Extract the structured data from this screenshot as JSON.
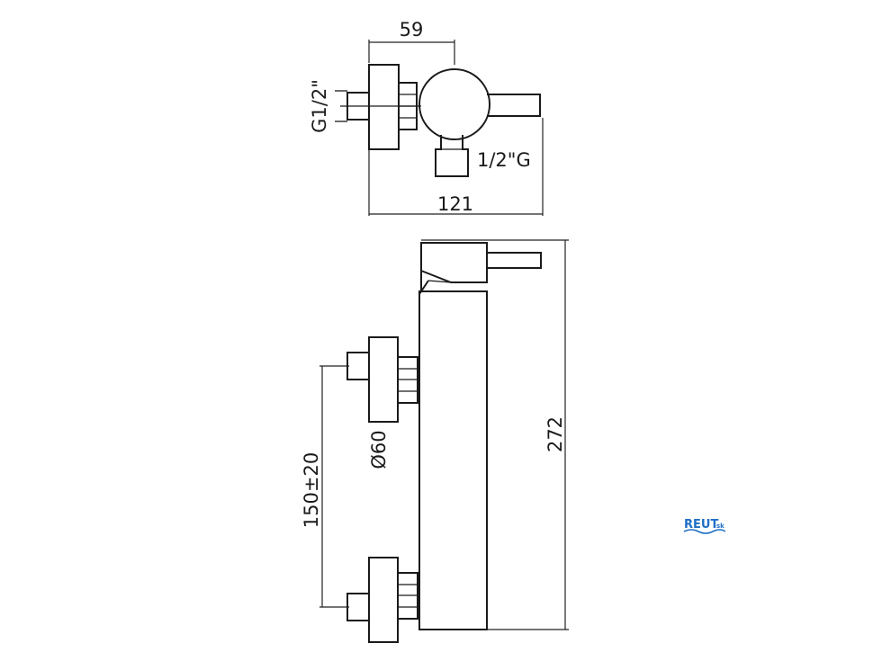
{
  "dimensions": {
    "top_width": "59",
    "inlet_thread": "G1/2\"",
    "outlet_thread": "1/2\"G",
    "overall_width": "121",
    "overall_height": "272",
    "inlet_spacing": "150±20",
    "flange_diameter": "Ø60"
  },
  "brand": {
    "name": "REUT",
    "suffix": "sk",
    "color": "#1f6fc4"
  }
}
